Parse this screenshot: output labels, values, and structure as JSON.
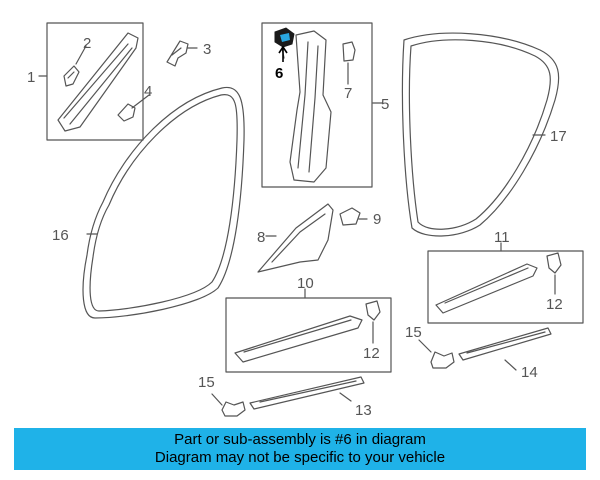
{
  "diagram": {
    "callouts": {
      "c1": "1",
      "c2": "2",
      "c3": "3",
      "c4": "4",
      "c5": "5",
      "c6": "6",
      "c7": "7",
      "c8": "8",
      "c9": "9",
      "c10": "10",
      "c11": "11",
      "c12a": "12",
      "c12b": "12",
      "c13": "13",
      "c14": "14",
      "c15a": "15",
      "c15b": "15",
      "c16": "16",
      "c17": "17"
    },
    "highlighted_part": "6"
  },
  "banner": {
    "line1": "Part or sub-assembly is #6 in diagram",
    "line2": "Diagram may not be specific to your vehicle"
  },
  "colors": {
    "banner_background": "#1fb2e8",
    "line_art": "#555555",
    "highlighted_part": "#1a1a1a"
  }
}
